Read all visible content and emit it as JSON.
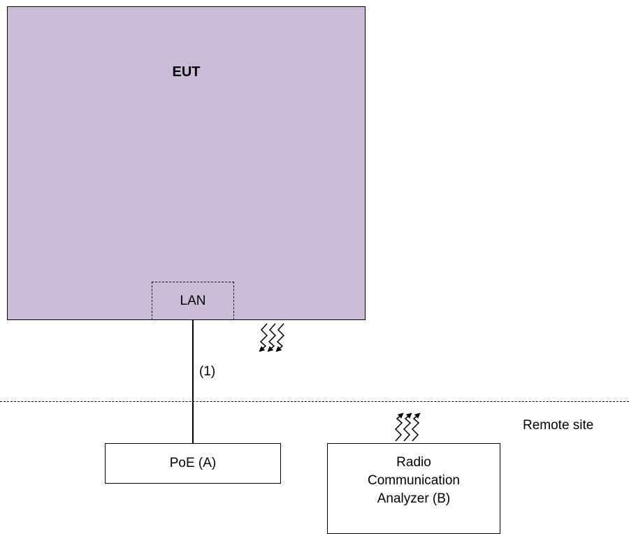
{
  "diagram": {
    "eut": {
      "title": "EUT",
      "fill_color": "#cbbcd7"
    },
    "lan_port": {
      "label": "LAN"
    },
    "cable": {
      "label": "(1)"
    },
    "site_divider": {
      "label": "Remote site"
    },
    "poe": {
      "label": "PoE (A)"
    },
    "radio_analyzer": {
      "label_lines": [
        "Radio",
        "Communication",
        "Analyzer (B)"
      ]
    },
    "rf_icons": [
      "rf-emission-down-icon",
      "rf-emission-up-icon"
    ]
  }
}
